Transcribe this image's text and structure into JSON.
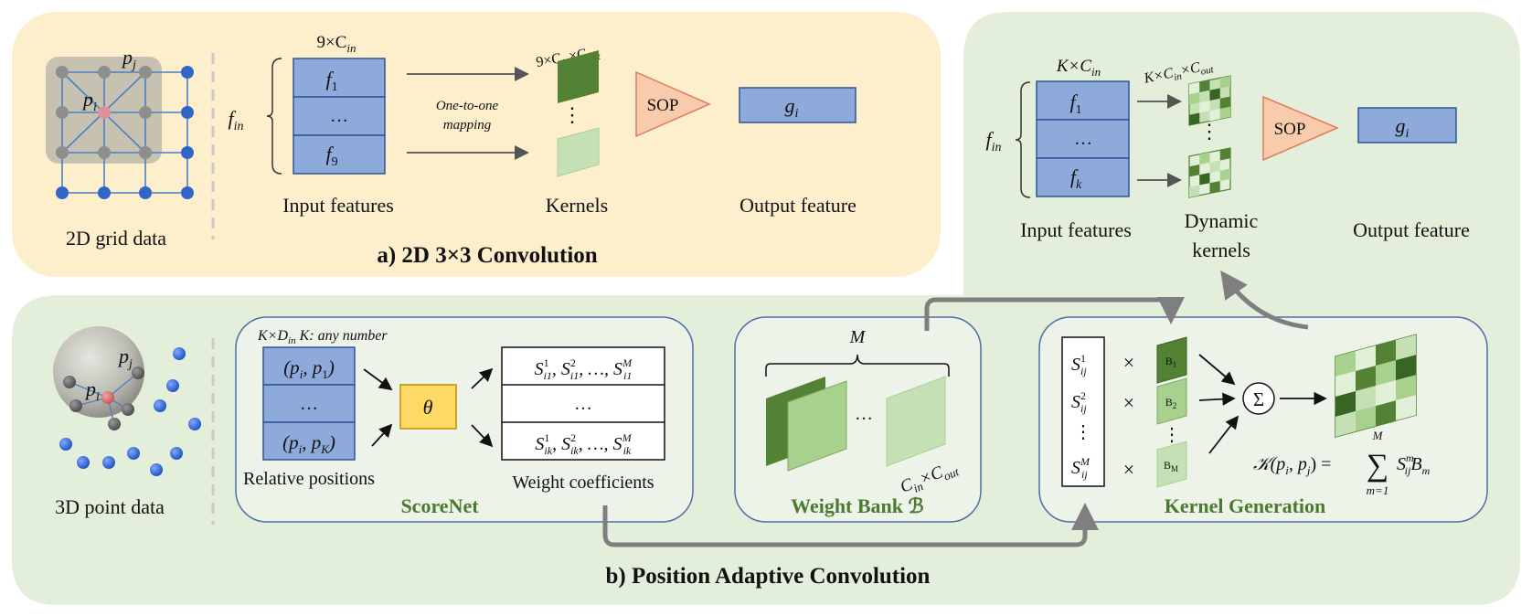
{
  "panel_a": {
    "title": "a) 2D 3×3 Convolution",
    "grid_label": "2D grid data",
    "pj": "p",
    "pj_sub": "j",
    "pi": "p",
    "pi_sub": "i",
    "fin": "f",
    "fin_sub": "in",
    "input_dims": "9×C",
    "input_dims_sub": "in",
    "input_rows": [
      "f",
      "…",
      "f"
    ],
    "input_row_subs": [
      "1",
      "",
      "9"
    ],
    "input_label": "Input features",
    "mapping_line1": "One-to-one",
    "mapping_line2": "mapping",
    "kernel_dims": "9×C",
    "kernel_dims_sub1": "in",
    "kernel_dims_mid": "×C",
    "kernel_dims_sub2": "out",
    "kernel_dots": "⋮",
    "kernels_label": "Kernels",
    "sop": "SOP",
    "output_text": "g",
    "output_sub": "i",
    "output_label": "Output feature"
  },
  "panel_b_top": {
    "input_dims": "K×C",
    "input_dims_sub": "in",
    "fin": "f",
    "fin_sub": "in",
    "input_rows": [
      "f",
      "…",
      "f"
    ],
    "input_row_subs": [
      "1",
      "",
      "k"
    ],
    "input_label": "Input features",
    "kernel_dims": "K×C",
    "kernel_dims_sub1": "in",
    "kernel_dims_mid": "×C",
    "kernel_dims_sub2": "out",
    "kernel_dots": "⋮",
    "kernels_line1": "Dynamic",
    "kernels_line2": "kernels",
    "sop": "SOP",
    "output_text": "g",
    "output_sub": "i",
    "output_label": "Output feature"
  },
  "panel_b": {
    "title": "b) Position Adaptive Convolution",
    "point_label": "3D point data",
    "pj": "p",
    "pj_sub": "j",
    "pi": "p",
    "pi_sub": "i",
    "scorenet": {
      "title": "ScoreNet",
      "dims": "K×D",
      "dims_sub": "in",
      "dims_note": "K: any number",
      "rows": [
        "(p",
        "…",
        "(p"
      ],
      "row_tails": [
        "1)",
        "",
        "K)"
      ],
      "rows_full": [
        "(pi, p1)",
        "…",
        "(pi, pK)"
      ],
      "relpos_label": "Relative positions",
      "theta": "θ",
      "coef_rows": [
        "S¹i1, S²i1, …, Sᴹi1",
        "…",
        "S¹ik, S²ik, …, Sᴹik"
      ],
      "coef_label": "Weight coefficients"
    },
    "weight_bank": {
      "title": "Weight Bank ℬ",
      "m_label": "M",
      "dots": "…",
      "dims": "C",
      "dims_sub1": "in",
      "dims_mid": "×C",
      "dims_sub2": "out"
    },
    "kernel_gen": {
      "title": "Kernel Generation",
      "s_rows": [
        "S",
        "S",
        "⋮",
        "S"
      ],
      "s_sups": [
        "1",
        "2",
        "",
        "M"
      ],
      "times": "×",
      "b_labels": [
        "B",
        "B",
        "B"
      ],
      "b_subs": [
        "1",
        "2",
        "M"
      ],
      "vdots": "⋮",
      "sum": "Σ",
      "formula_lhs": "𝒦(p",
      "formula_mid": ", p",
      "formula_rhs": ") =",
      "formula_sum": "∑",
      "formula_top": "M",
      "formula_bottom": "m=1",
      "formula_term": "S",
      "formula_term_sup": "m",
      "formula_term_sub": "ij",
      "formula_b": "B",
      "formula_b_sub": "m"
    }
  },
  "colors": {
    "panel_a_bg": "#fdefcc",
    "panel_b_bg": "#e3eedb",
    "box_bg": "#eef3ea",
    "box_border": "#4d6fa3",
    "feature_blue": "#8eaadb",
    "feature_border": "#2f5597",
    "sop_fill": "#f8cbad",
    "theta_fill": "#ffd966",
    "kernel_dark": "#548235",
    "kernel_light": "#a9d18e",
    "title_green": "#4a7a2e"
  }
}
